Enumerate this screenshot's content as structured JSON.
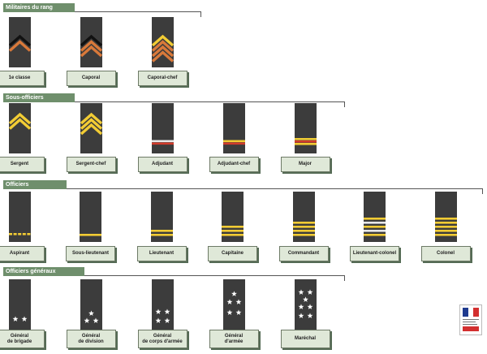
{
  "colors": {
    "header_bg": "#6f8f6c",
    "strap": "#3c3c3c",
    "gold": "#f2cc34",
    "black": "#111111",
    "orange": "#d9793a",
    "red": "#d23b2b",
    "silver": "#e8e8e8",
    "star": "#ffffff",
    "label_bg": "#dfe8d8"
  },
  "sections": [
    {
      "title": "Militaires du rang",
      "ranks": [
        {
          "label": "1e classe",
          "insignia": "chevrons",
          "stripes": [
            "black",
            "orange"
          ]
        },
        {
          "label": "Caporal",
          "insignia": "chevrons",
          "stripes": [
            "black",
            "orange",
            "orange"
          ]
        },
        {
          "label": "Caporal-chef",
          "insignia": "chevrons",
          "stripes": [
            "gold",
            "orange",
            "orange",
            "orange"
          ]
        }
      ]
    },
    {
      "title": "Sous-officiers",
      "ranks": [
        {
          "label": "Sergent",
          "insignia": "chevrons",
          "stripes": [
            "gold",
            "gold"
          ]
        },
        {
          "label": "Sergent-chef",
          "insignia": "chevrons",
          "stripes": [
            "gold",
            "gold",
            "gold"
          ]
        },
        {
          "label": "Adjudant",
          "insignia": "bars",
          "stripes": [
            "silver",
            "red"
          ]
        },
        {
          "label": "Adjudant-chef",
          "insignia": "bars",
          "stripes": [
            "gold",
            "red"
          ]
        },
        {
          "label": "Major",
          "insignia": "bars",
          "stripes": [
            "gold",
            "red",
            "gold"
          ]
        }
      ]
    },
    {
      "title": "Officiers",
      "ranks": [
        {
          "label": "Aspirant",
          "insignia": "dashed",
          "stripes": [
            "gold"
          ]
        },
        {
          "label": "Sous-lieutenant",
          "insignia": "bars",
          "stripes": [
            "gold"
          ]
        },
        {
          "label": "Lieutenant",
          "insignia": "bars",
          "stripes": [
            "gold",
            "gold"
          ]
        },
        {
          "label": "Capitaine",
          "insignia": "bars",
          "stripes": [
            "gold",
            "gold",
            "gold"
          ]
        },
        {
          "label": "Commandant",
          "insignia": "bars",
          "stripes": [
            "gold",
            "gold",
            "gold",
            "gold"
          ]
        },
        {
          "label": "Lieutenant-colonel",
          "insignia": "bars",
          "stripes": [
            "gold",
            "silver",
            "gold",
            "silver",
            "gold"
          ]
        },
        {
          "label": "Colonel",
          "insignia": "bars",
          "stripes": [
            "gold",
            "gold",
            "gold",
            "gold",
            "gold"
          ]
        }
      ]
    },
    {
      "title": "Officiers généraux",
      "ranks": [
        {
          "label": "Général\nde brigade",
          "insignia": "stars",
          "stars": 2
        },
        {
          "label": "Général\nde division",
          "insignia": "stars",
          "stars": 3
        },
        {
          "label": "Général\nde corps d'armée",
          "insignia": "stars",
          "stars": 4
        },
        {
          "label": "Général\nd'armée",
          "insignia": "stars",
          "stars": 5
        },
        {
          "label": "Maréchal",
          "insignia": "stars",
          "stars": 7
        }
      ]
    }
  ],
  "logo": {
    "title": "Ministère de la Défense"
  }
}
